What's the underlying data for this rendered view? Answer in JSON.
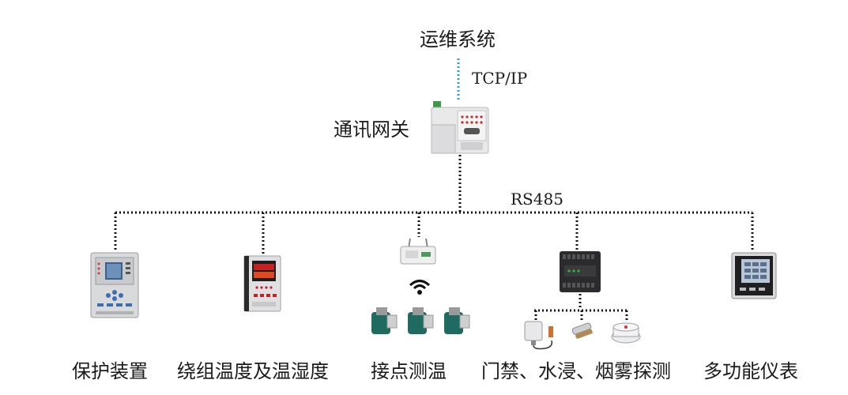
{
  "top": {
    "system_label": "运维系统",
    "protocol_label": "TCP/IP"
  },
  "gateway": {
    "label": "通讯网关",
    "icon": "gateway-device-icon"
  },
  "bus": {
    "label": "RS485"
  },
  "devices": [
    {
      "label": "保护装置",
      "icon": "protection-relay-icon"
    },
    {
      "label": "绕组温度及温湿度",
      "icon": "temperature-controller-icon"
    },
    {
      "label": "接点测温",
      "icon": "wireless-sensor-icon"
    },
    {
      "label": "门禁、水浸、烟雾探测",
      "icon": "io-module-icon"
    },
    {
      "label": "多功能仪表",
      "icon": "power-meter-icon"
    }
  ]
}
